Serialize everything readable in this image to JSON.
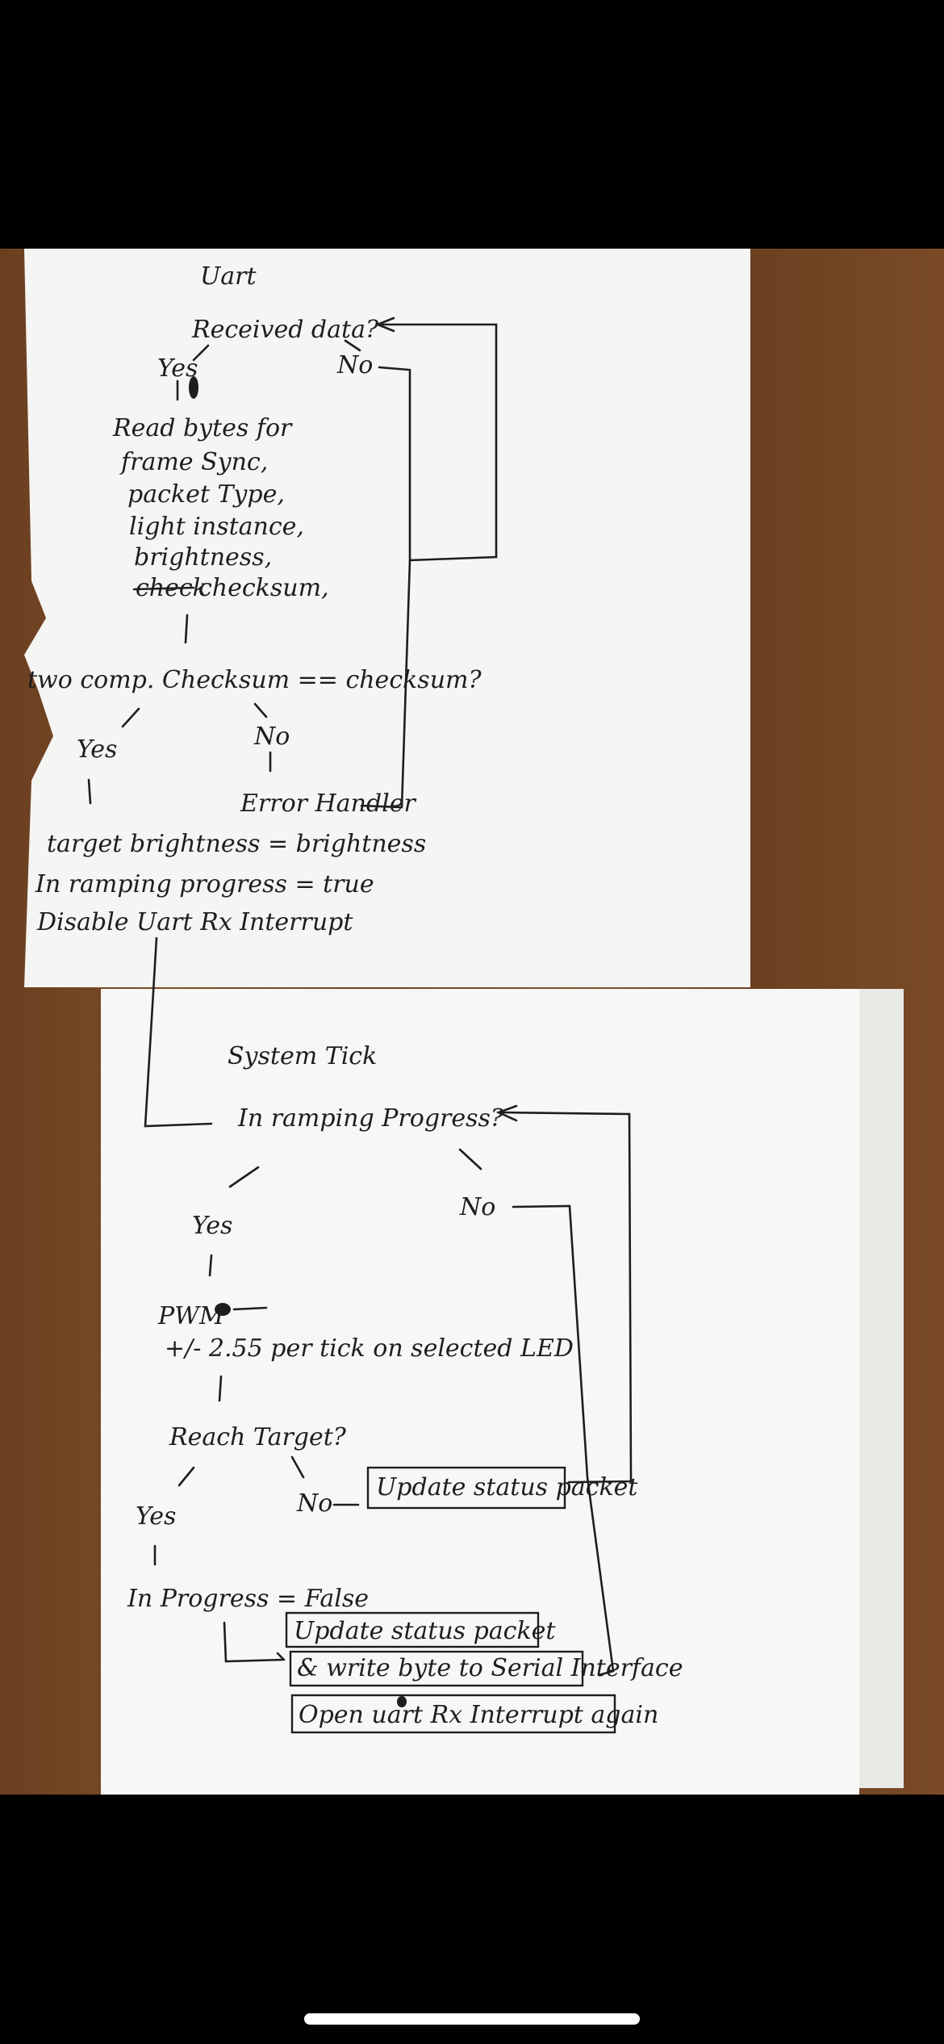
{
  "uart": {
    "title": "Uart",
    "received": "Received data?",
    "yes": "Yes",
    "no": "No",
    "read_lines": [
      "Read bytes for",
      "frame Sync,",
      "packet Type,",
      "light instance,",
      "brightness,",
      "checksum,"
    ],
    "strikethrough": "check",
    "checksum_question": "two comp. Checksum == checksum?",
    "yes2": "Yes",
    "no2": "No",
    "error_handler": "Error Handler",
    "actions": [
      "target brightness = brightness",
      "In ramping progress = true",
      "Disable Uart Rx Interrupt"
    ]
  },
  "tick": {
    "title": "System Tick",
    "ramping_question": "In ramping Progress?",
    "yes": "Yes",
    "no": "No",
    "pwm_lines": [
      "PWM",
      "+/- 2.55 per tick on selected LED"
    ],
    "reach_target": "Reach Target?",
    "no2": "No",
    "update_status": "Update status packet",
    "yes2": "Yes",
    "in_progress_false": "In Progress = False",
    "final_boxes": [
      "Update status packet",
      "& write byte to Serial Interface",
      "Open uart Rx Interrupt again"
    ]
  }
}
